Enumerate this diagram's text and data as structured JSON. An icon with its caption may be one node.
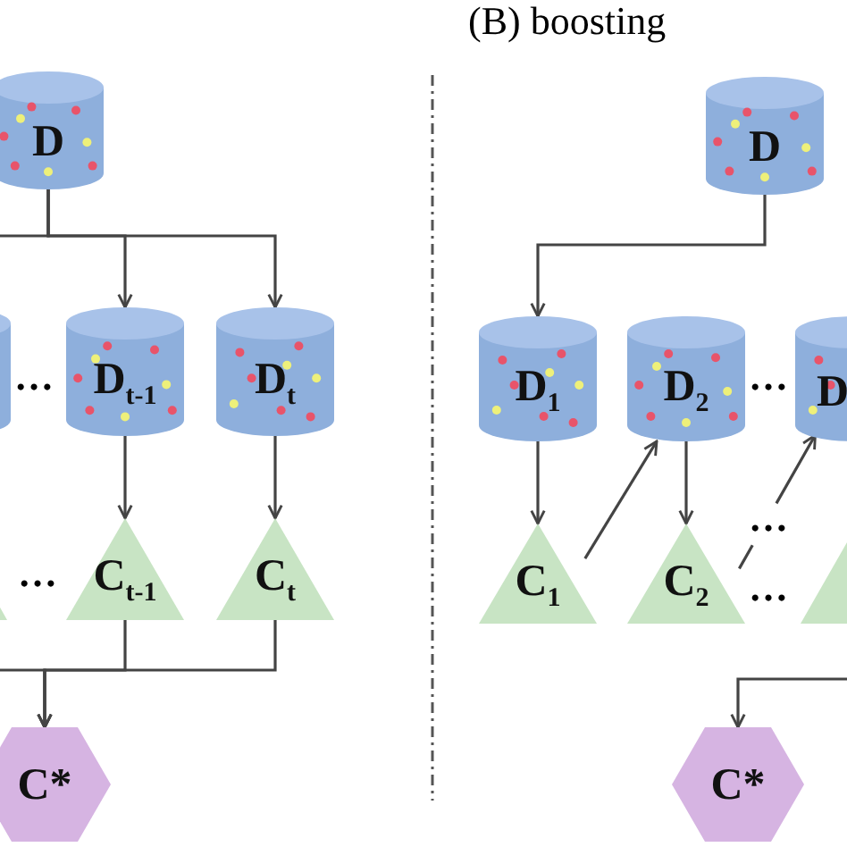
{
  "diagram": {
    "title": "(B) boosting",
    "nodes": [
      {
        "text": [
          "D"
        ]
      },
      {
        "text": [],
        "shape": "cylinder"
      },
      {
        "text": [
          "D$_{t-1}$"
        ]
      },
      {
        "text": [
          "D$_{t}$"
        ]
      },
      {
        "text": [],
        "shape": "triangle"
      },
      {
        "text": [
          "C$_{t-1}$"
        ]
      },
      {
        "text": [
          "C$_{t}$"
        ]
      },
      {
        "text": [
          "C*"
        ]
      },
      {
        "text": [
          "D"
        ]
      },
      {
        "text": [
          "D$_{1}$"
        ]
      },
      {
        "text": [
          "D$_{2}$"
        ]
      },
      {
        "text": [
          "D"
        ]
      },
      {
        "text": [
          "C$_{1}$"
        ]
      },
      {
        "text": [
          "C$_{2}$"
        ]
      },
      {
        "text": [],
        "shape": "triangle"
      },
      {
        "text": [
          "C*"
        ]
      }
    ],
    "edges": [
      {
        "from": 0,
        "to": 2,
        "arrow": "to"
      },
      {
        "from": 0,
        "to": 3,
        "arrow": "to"
      },
      {
        "from": 0,
        "to": null,
        "arrow": "none"
      },
      {
        "from": 2,
        "to": 5,
        "arrow": "to"
      },
      {
        "from": 3,
        "to": 6,
        "arrow": "to"
      },
      {
        "from": 5,
        "to": 7,
        "arrow": "to"
      },
      {
        "from": 6,
        "to": 7,
        "arrow": "to"
      },
      {
        "from": null,
        "to": 7,
        "arrow": "to"
      },
      {
        "from": 8,
        "to": 9,
        "arrow": "to"
      },
      {
        "from": 9,
        "to": 12,
        "arrow": "to"
      },
      {
        "from": 12,
        "to": 10,
        "arrow": "to"
      },
      {
        "from": 10,
        "to": 13,
        "arrow": "to"
      },
      {
        "from": 13,
        "to": 11,
        "arrow": "to",
        "style": "dashed"
      },
      {
        "from": null,
        "to": 15,
        "arrow": "to"
      }
    ],
    "labels": [
      "…",
      "…",
      "…",
      "…",
      "…"
    ]
  }
}
